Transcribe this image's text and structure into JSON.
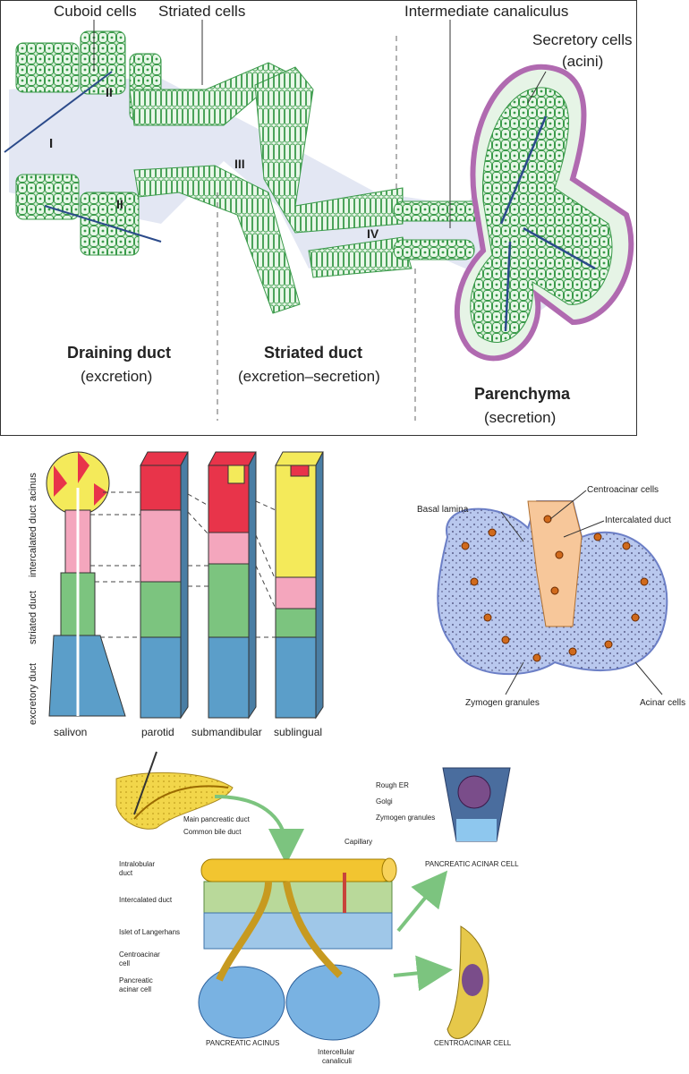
{
  "panel1": {
    "labels": {
      "cuboid": "Cuboid cells",
      "striated_cells": "Striated cells",
      "canaliculus": "Intermediate canaliculus",
      "secretory_line1": "Secretory cells",
      "secretory_line2": "(acini)",
      "roman_I": "I",
      "roman_II_top": "II",
      "roman_II_bottom": "II",
      "roman_III": "III",
      "roman_IV": "IV",
      "draining_title": "Draining duct",
      "draining_sub": "(excretion)",
      "striated_title": "Striated duct",
      "striated_sub": "(excretion–secretion)",
      "parenchyma_title": "Parenchyma",
      "parenchyma_sub": "(secretion)"
    }
  },
  "panel2": {
    "side_labels": [
      "acinus",
      "intercalated duct",
      "striated duct",
      "excretory duct"
    ],
    "bottom_labels": [
      "salivon",
      "parotid",
      "submandibular",
      "sublingual"
    ],
    "colors": {
      "acinus": "#e8344a",
      "intercalated": "#f4a6bd",
      "striated": "#7cc47f",
      "excretory": "#5b9ec9",
      "mucous": "#f4ea5a"
    }
  },
  "panel3": {
    "labels": {
      "centroacinar": "Centroacinar cells",
      "basal": "Basal lamina",
      "intercalated": "Intercalated duct",
      "zymogen": "Zymogen granules",
      "acinar": "Acinar cells"
    }
  },
  "panel4": {
    "labels": {
      "main_duct": "Main pancreatic duct",
      "bile_duct": "Common bile duct",
      "capillary": "Capillary",
      "intralobular_1": "Intralobular",
      "intralobular_2": "duct",
      "intercalated": "Intercalated duct",
      "islet": "Islet of Langerhans",
      "centro_1": "Centroacinar",
      "centro_2": "cell",
      "pac_1": "Pancreatic",
      "pac_2": "acinar cell",
      "acinus_title": "PANCREATIC ACINUS",
      "canaliculi_1": "Intercellular",
      "canaliculi_2": "canaliculi",
      "rough_er": "Rough ER",
      "golgi": "Golgi",
      "zymogen": "Zymogen granules",
      "acinar_cell": "PANCREATIC ACINAR CELL",
      "centro_cell": "CENTROACINAR CELL"
    }
  }
}
